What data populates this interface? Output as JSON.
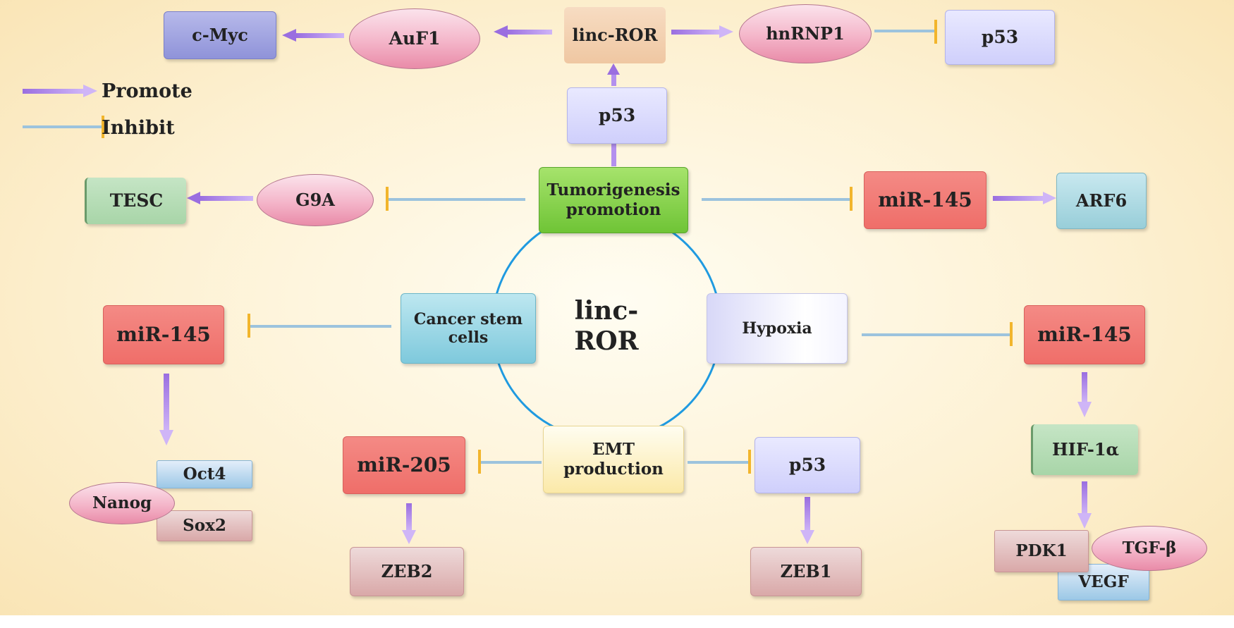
{
  "center_label": "linc-ROR",
  "legend": {
    "promote": "Promote",
    "inhibit": "Inhibit"
  },
  "nodes": {
    "c_myc": "c-Myc",
    "auf1": "AuF1",
    "linc_ror_top": "linc-ROR",
    "hnrnp1": "hnRNP1",
    "p53_top_right": "p53",
    "p53_upper": "p53",
    "tesc": "TESC",
    "g9a": "G9A",
    "tumorigenesis_line1": "Tumorigenesis",
    "tumorigenesis_line2": "promotion",
    "mir145_upper_right": "miR-145",
    "arf6": "ARF6",
    "mir145_left": "miR-145",
    "cancer_stem_line1": "Cancer stem",
    "cancer_stem_line2": "cells",
    "hypoxia": "Hypoxia",
    "mir145_right": "miR-145",
    "oct4": "Oct4",
    "nanog": "Nanog",
    "sox2": "Sox2",
    "mir205": "miR-205",
    "emt_line1": "EMT",
    "emt_line2": "production",
    "p53_bottom": "p53",
    "zeb2": "ZEB2",
    "zeb1": "ZEB1",
    "hif1a": "HIF-1α",
    "pdk1": "PDK1",
    "tgfb": "TGF-β",
    "vegf": "VEGF"
  },
  "colors": {
    "promote_arrow": "#a77de8",
    "inhibit_line": "#9cc3dd",
    "inhibit_bar": "#f2b52c",
    "circle": "#1f9ae0"
  }
}
